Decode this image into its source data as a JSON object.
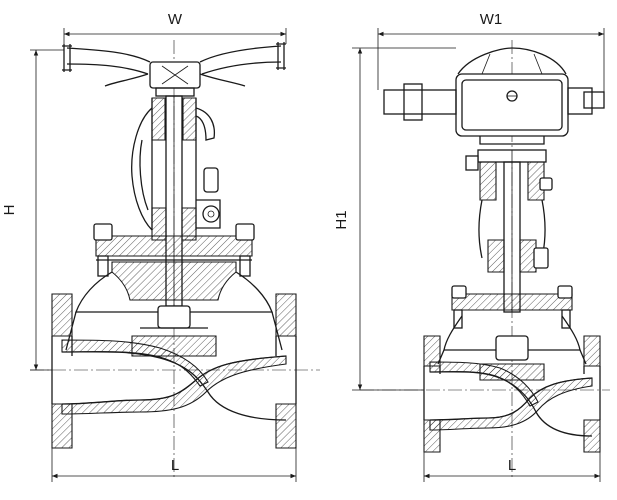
{
  "left_view": {
    "width_label": "W",
    "height_label": "H",
    "length_label": "L"
  },
  "right_view": {
    "width_label": "W1",
    "height_label": "H1",
    "length_label": "L"
  }
}
